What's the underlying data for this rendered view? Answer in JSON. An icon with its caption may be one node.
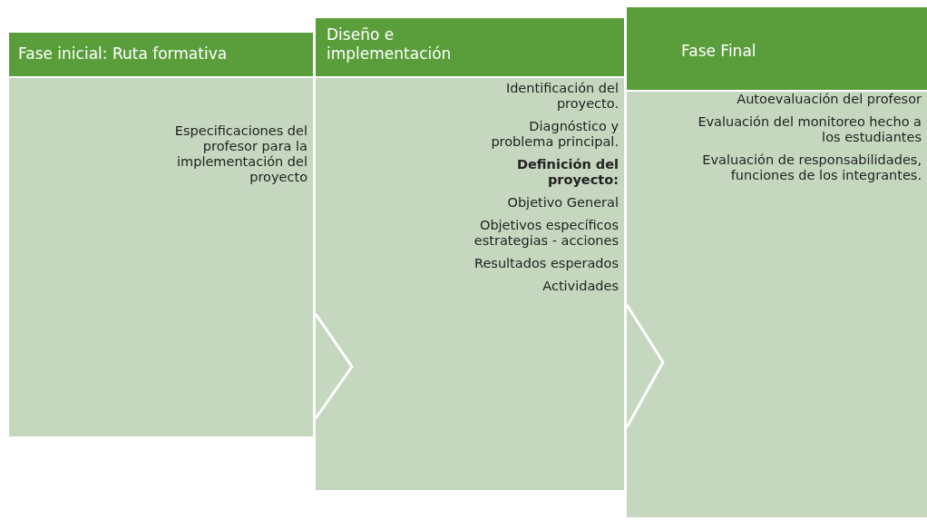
{
  "diagram": {
    "nodes": [
      {
        "text": [
          "Fase inicial: Ruta formativa"
        ]
      },
      {
        "text": [
          "Especificaciones del profesor para la implementación del proyecto"
        ]
      },
      {
        "text": [
          "Diseño e implementación"
        ]
      },
      {
        "text": [
          "Identificación del proyecto.",
          "Diagnóstico y problema principal.",
          "**Definición del proyecto:**",
          "Objetivo General",
          "Objetivos específicos estrategias - acciones",
          "Resultados esperados",
          "Actividades"
        ]
      },
      {
        "text": [
          "Fase Final"
        ]
      },
      {
        "text": [
          "Autoevaluación del profesor",
          "Evaluación del monitoreo hecho a los estudiantes",
          "Evaluación de responsabilidades, funciones de los integrantes."
        ]
      }
    ],
    "edges": []
  }
}
